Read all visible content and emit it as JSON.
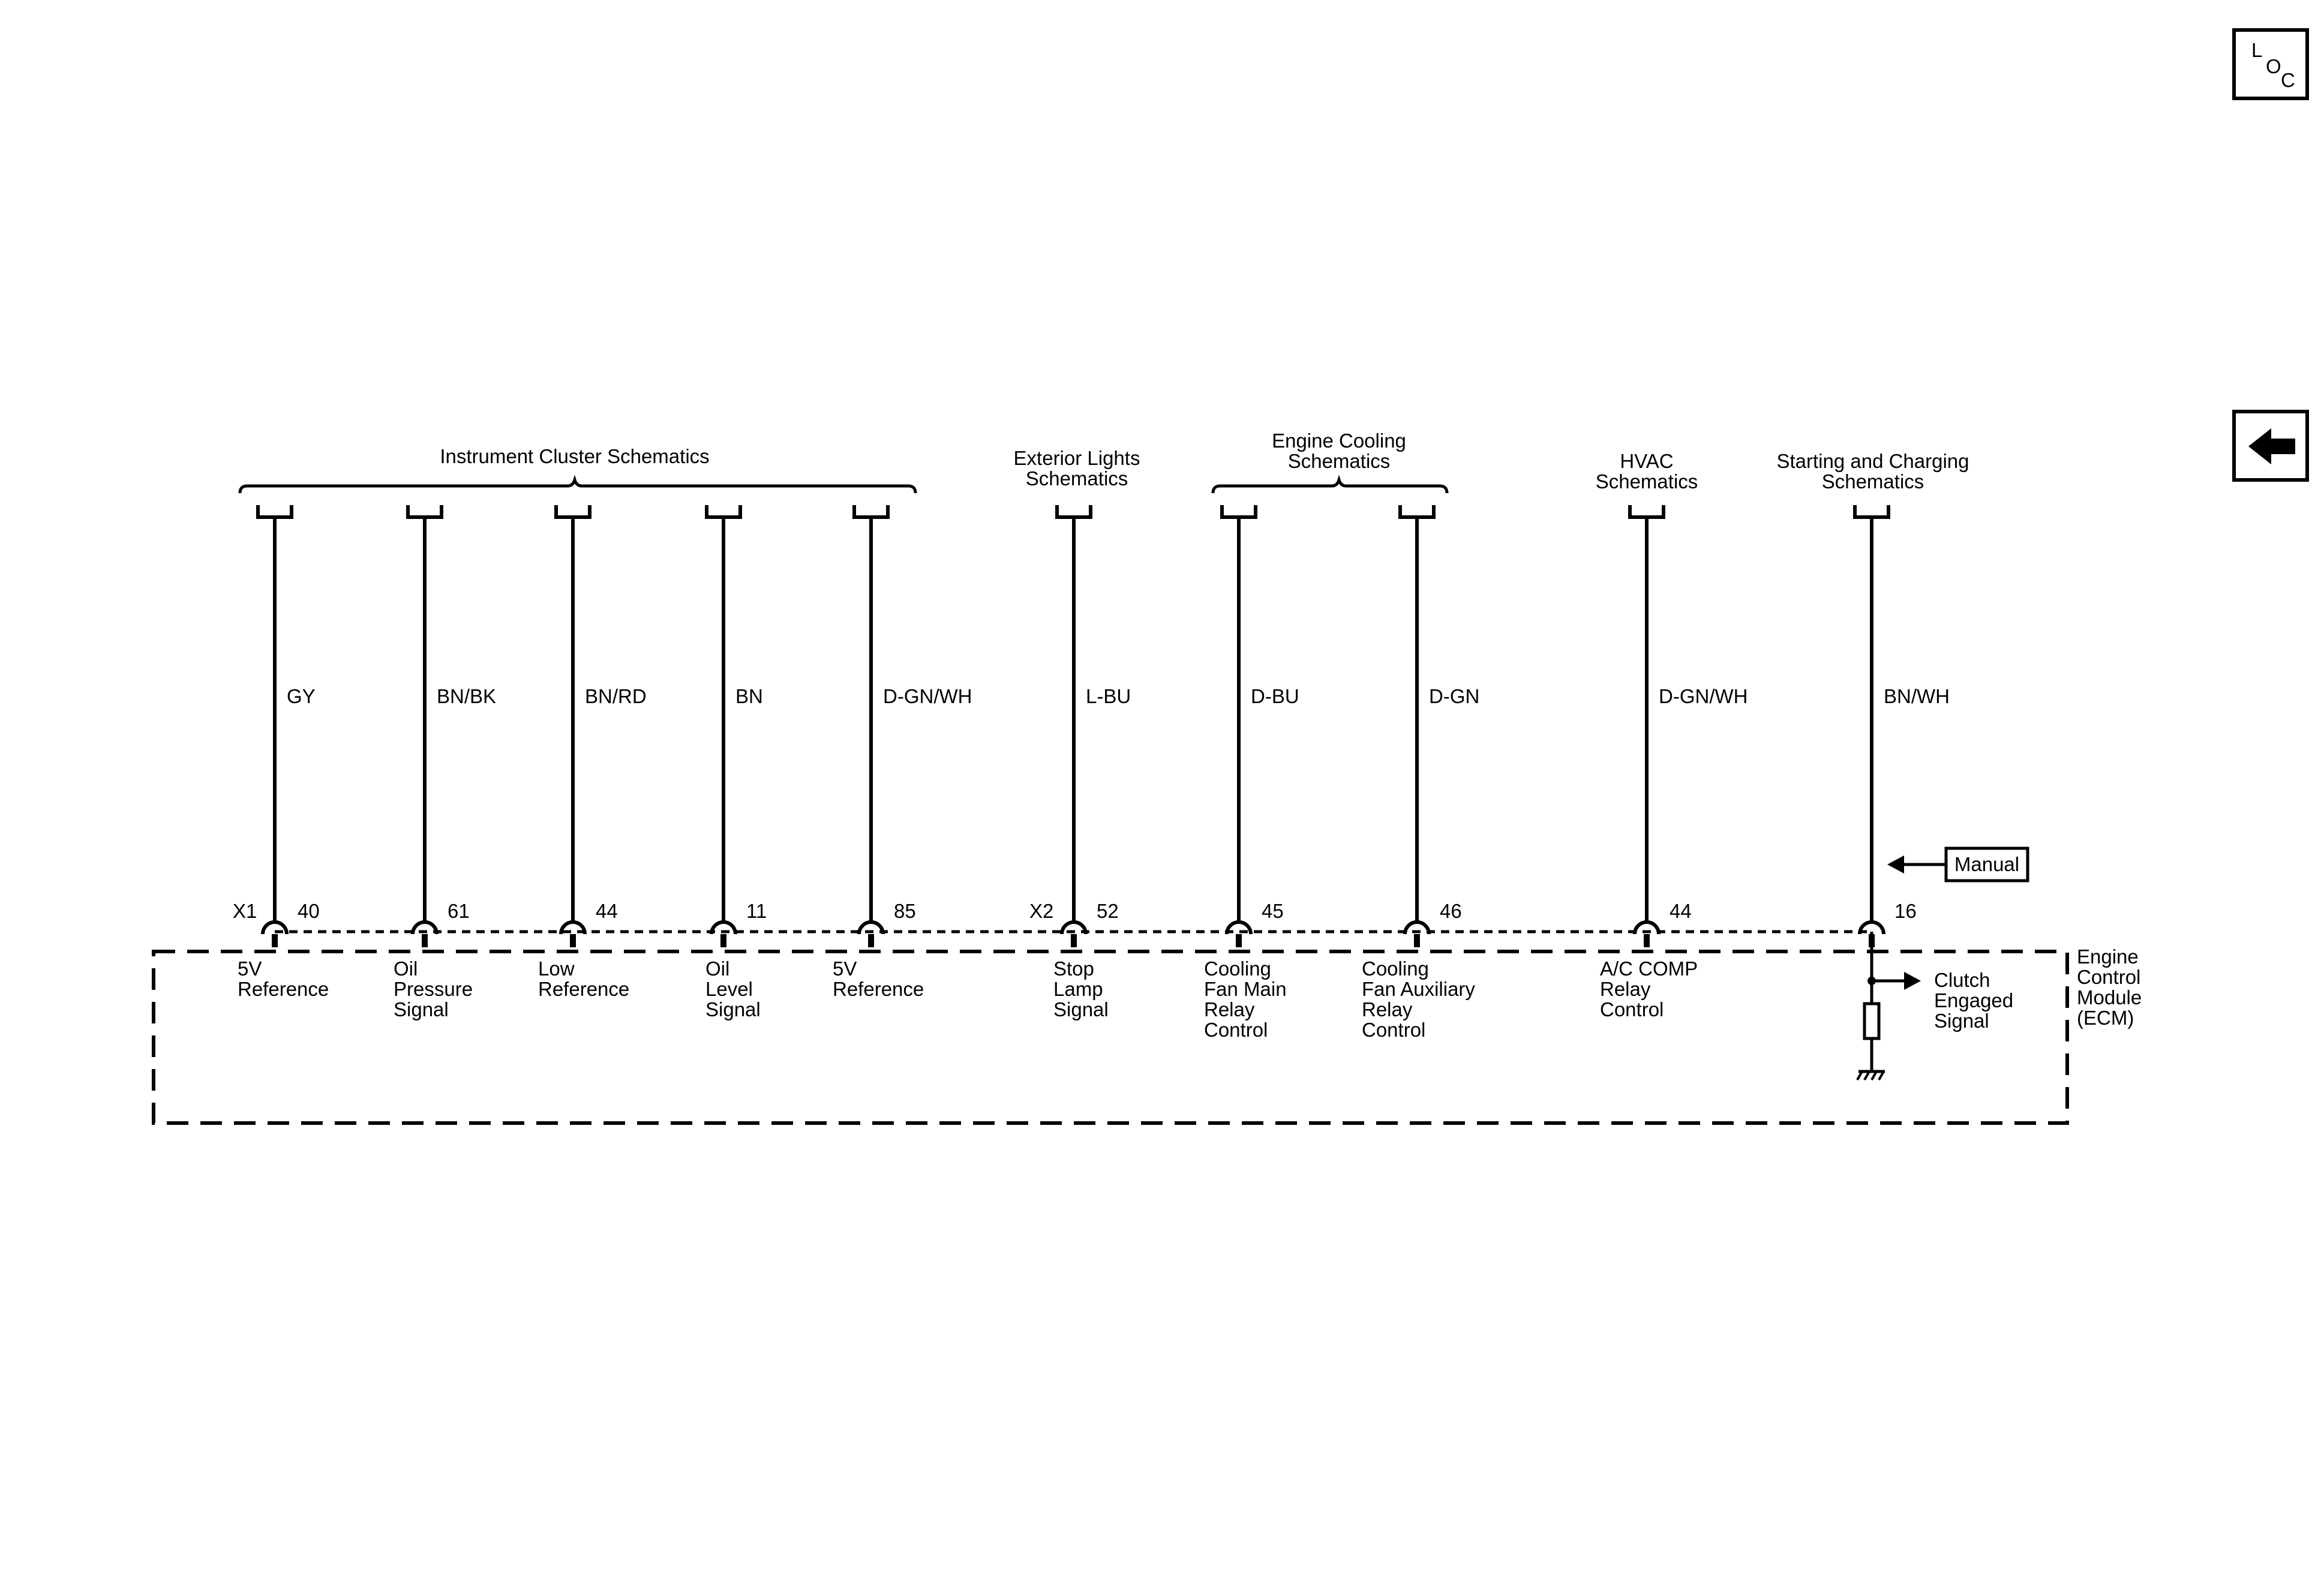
{
  "nav": {
    "loc": [
      "L",
      "O",
      "C"
    ],
    "back": "back-arrow"
  },
  "groups": [
    {
      "lines": [
        "Instrument Cluster Schematics"
      ]
    },
    {
      "lines": [
        "Exterior Lights",
        "Schematics"
      ]
    },
    {
      "lines": [
        "Engine Cooling",
        "Schematics"
      ]
    },
    {
      "lines": [
        "HVAC",
        "Schematics"
      ]
    },
    {
      "lines": [
        "Starting and Charging",
        "Schematics"
      ]
    }
  ],
  "wires": [
    {
      "color": "GY",
      "connector": "X1",
      "pin": "40",
      "label": [
        "5V",
        "Reference"
      ]
    },
    {
      "color": "BN/BK",
      "pin": "61",
      "label": [
        "Oil",
        "Pressure",
        "Signal"
      ]
    },
    {
      "color": "BN/RD",
      "pin": "44",
      "label": [
        "Low",
        "Reference"
      ]
    },
    {
      "color": "BN",
      "pin": "11",
      "label": [
        "Oil",
        "Level",
        "Signal"
      ]
    },
    {
      "color": "D-GN/WH",
      "pin": "85",
      "label": [
        "5V",
        "Reference"
      ]
    },
    {
      "color": "L-BU",
      "connector": "X2",
      "pin": "52",
      "label": [
        "Stop",
        "Lamp",
        "Signal"
      ]
    },
    {
      "color": "D-BU",
      "pin": "45",
      "label": [
        "Cooling",
        "Fan Main",
        "Relay",
        "Control"
      ]
    },
    {
      "color": "D-GN",
      "pin": "46",
      "label": [
        "Cooling",
        "Fan Auxiliary",
        "Relay",
        "Control"
      ]
    },
    {
      "color": "D-GN/WH",
      "pin": "44",
      "label": [
        "A/C COMP",
        "Relay",
        "Control"
      ]
    },
    {
      "color": "BN/WH",
      "pin": "16",
      "label": []
    }
  ],
  "manual_tag": "Manual",
  "clutch_label": [
    "Clutch",
    "Engaged",
    "Signal"
  ],
  "module_label": [
    "Engine",
    "Control",
    "Module",
    "(ECM)"
  ]
}
